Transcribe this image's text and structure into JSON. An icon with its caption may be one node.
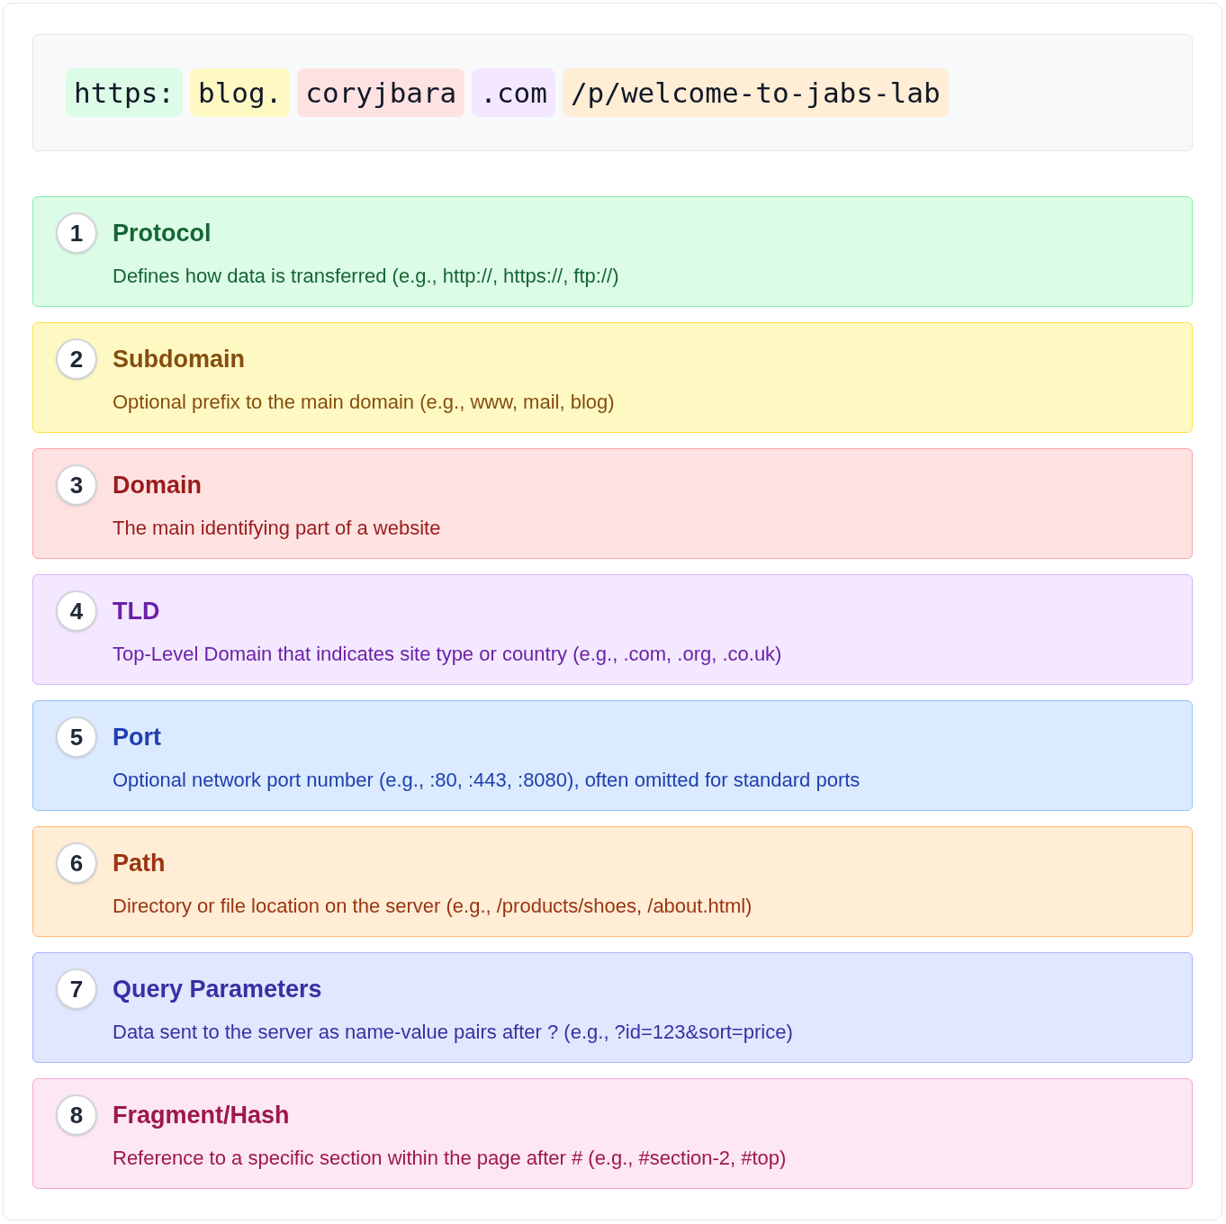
{
  "diagram": {
    "nodes": [
      {
        "text": [],
        "shape": "box"
      },
      {
        "text": [
          "https:"
        ],
        "in": 0
      },
      {
        "text": [
          "blog."
        ],
        "in": 0
      },
      {
        "text": [
          "coryjbara"
        ],
        "in": 0
      },
      {
        "text": [
          ".com"
        ],
        "in": 0
      },
      {
        "text": [
          "/p/welcome-to-jabs-lab"
        ],
        "in": 0
      },
      {
        "text": [
          "Protocol",
          "Defines how data is transferred (e.g., http://, https://, ftp://)"
        ]
      },
      {
        "text": [
          "1"
        ],
        "in": 6
      },
      {
        "text": [
          "Subdomain",
          "Optional prefix to the main domain (e.g., www, mail, blog)"
        ]
      },
      {
        "text": [
          "2"
        ],
        "in": 8
      },
      {
        "text": [
          "Domain",
          "The main identifying part of a website"
        ]
      },
      {
        "text": [
          "3"
        ],
        "in": 10
      },
      {
        "text": [
          "TLD",
          "Top-Level Domain that indicates site type or country (e.g., .com, .org, .co.uk)"
        ]
      },
      {
        "text": [
          "4"
        ],
        "in": 12
      },
      {
        "text": [
          "Port",
          "Optional network port number (e.g., :80, :443, :8080), often omitted for standard ports"
        ]
      },
      {
        "text": [
          "5"
        ],
        "in": 14
      },
      {
        "text": [
          "Path",
          "Directory or file location on the server (e.g., /products/shoes, /about.html)"
        ]
      },
      {
        "text": [
          "6"
        ],
        "in": 16
      },
      {
        "text": [
          "Query Parameters",
          "Data sent to the server as name-value pairs after ? (e.g., ?id=123&sort=price)"
        ]
      },
      {
        "text": [
          "7"
        ],
        "in": 18
      },
      {
        "text": [
          "Fragment/Hash",
          "Reference to a specific section within the page after # (e.g., #section-2, #top)"
        ]
      },
      {
        "text": [
          "8"
        ],
        "in": 20
      }
    ]
  }
}
